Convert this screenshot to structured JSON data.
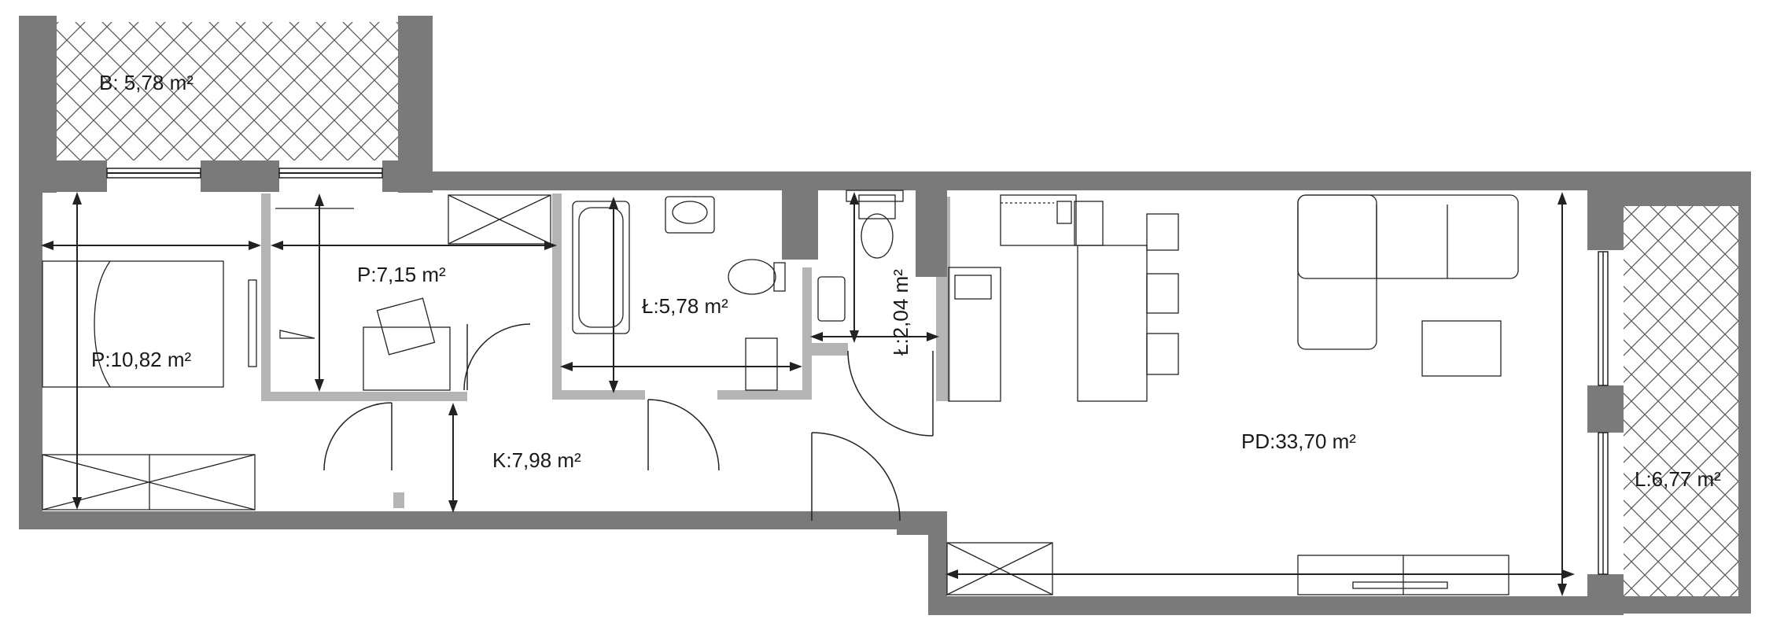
{
  "rooms": {
    "balcony": "B: 5,78 m²",
    "bedroom": "P:10,82 m²",
    "room2": "P:7,15 m²",
    "bathroom": "Ł:5,78 m²",
    "bathroom2": "Ł:2,04 m²",
    "hall": "K:7,98 m²",
    "living": "PD:33,70 m²",
    "loggia": "L:6,77 m²"
  },
  "colors": {
    "wall": "#7a7a7a",
    "partition": "#b4b4b4",
    "line": "#222222",
    "hatch": "#555555"
  }
}
